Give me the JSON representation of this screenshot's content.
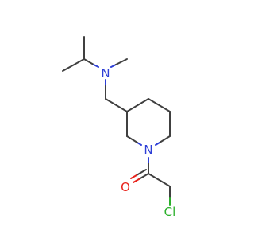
{
  "atoms": {
    "amine_n": {
      "label": "N",
      "color": "#2e3fd6"
    },
    "ring_n": {
      "label": "N",
      "color": "#2e3fd6"
    },
    "carbonyl_o": {
      "label": "O",
      "color": "#e8231c"
    },
    "chlorine": {
      "label": "Cl",
      "color": "#2bb02b"
    }
  },
  "colors": {
    "carbon_bond": "#404040",
    "background": "#ffffff"
  }
}
